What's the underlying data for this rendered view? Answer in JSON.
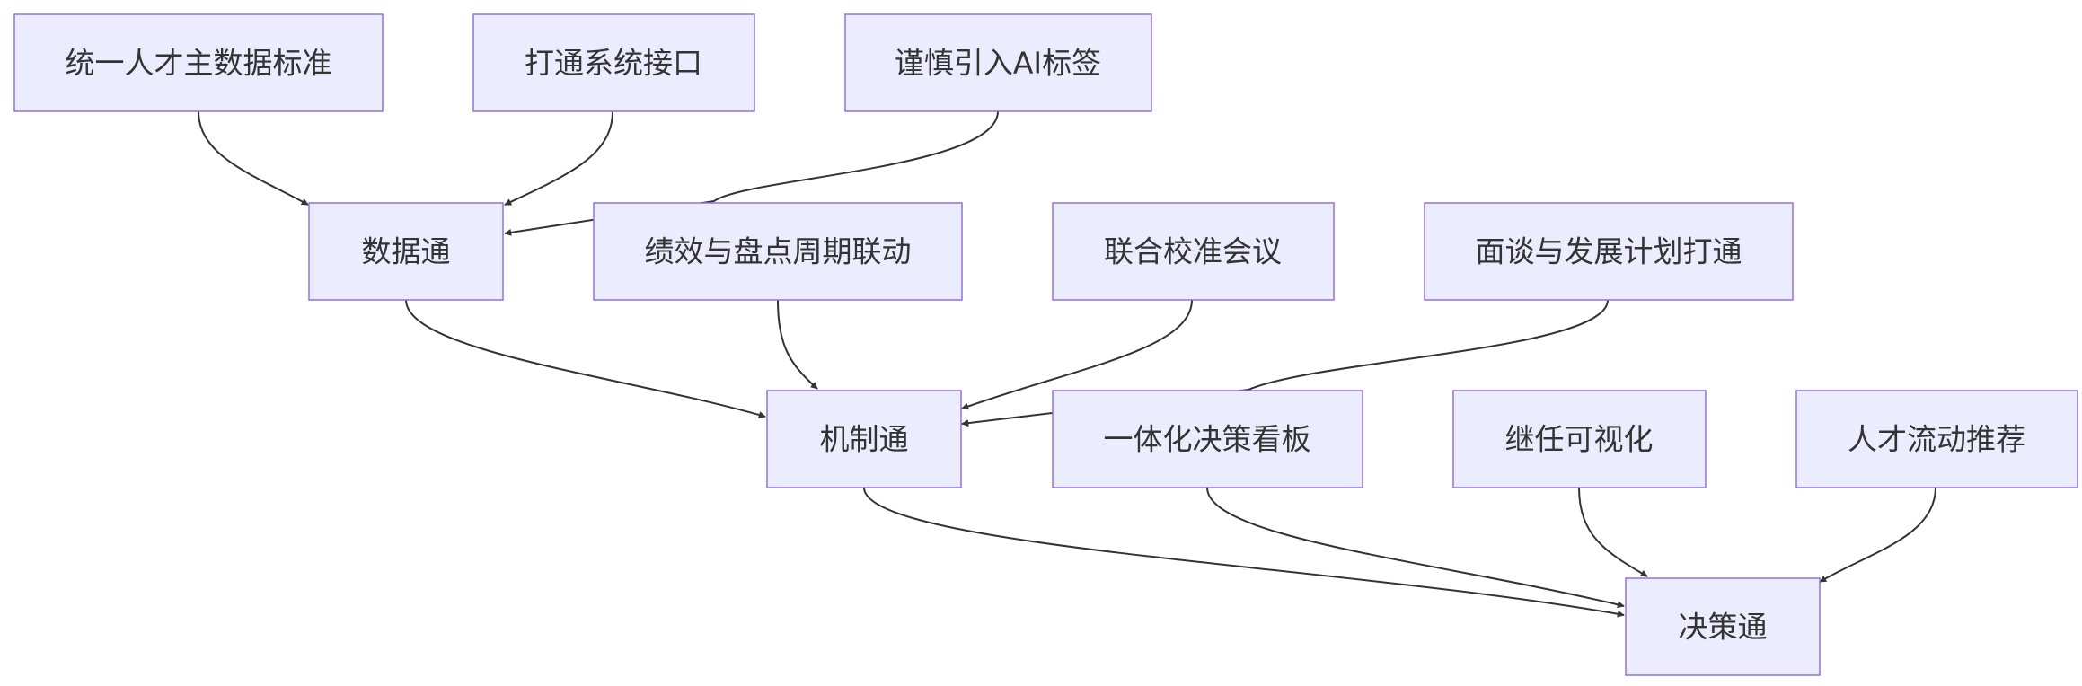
{
  "nodes": [
    {
      "id": "n1",
      "label": "统一人才主数据标准"
    },
    {
      "id": "n2",
      "label": "打通系统接口"
    },
    {
      "id": "n3",
      "label": "谨慎引入AI标签"
    },
    {
      "id": "n4",
      "label": "数据通"
    },
    {
      "id": "n5",
      "label": "绩效与盘点周期联动"
    },
    {
      "id": "n6",
      "label": "联合校准会议"
    },
    {
      "id": "n7",
      "label": "面谈与发展计划打通"
    },
    {
      "id": "n8",
      "label": "机制通"
    },
    {
      "id": "n9",
      "label": "一体化决策看板"
    },
    {
      "id": "n10",
      "label": "继任可视化"
    },
    {
      "id": "n11",
      "label": "人才流动推荐"
    },
    {
      "id": "n12",
      "label": "决策通"
    }
  ],
  "edges": [
    {
      "from": "n1",
      "to": "n4"
    },
    {
      "from": "n2",
      "to": "n4"
    },
    {
      "from": "n3",
      "to": "n4"
    },
    {
      "from": "n4",
      "to": "n8"
    },
    {
      "from": "n5",
      "to": "n8"
    },
    {
      "from": "n6",
      "to": "n8"
    },
    {
      "from": "n7",
      "to": "n8"
    },
    {
      "from": "n8",
      "to": "n12"
    },
    {
      "from": "n9",
      "to": "n12"
    },
    {
      "from": "n10",
      "to": "n12"
    },
    {
      "from": "n11",
      "to": "n12"
    }
  ]
}
